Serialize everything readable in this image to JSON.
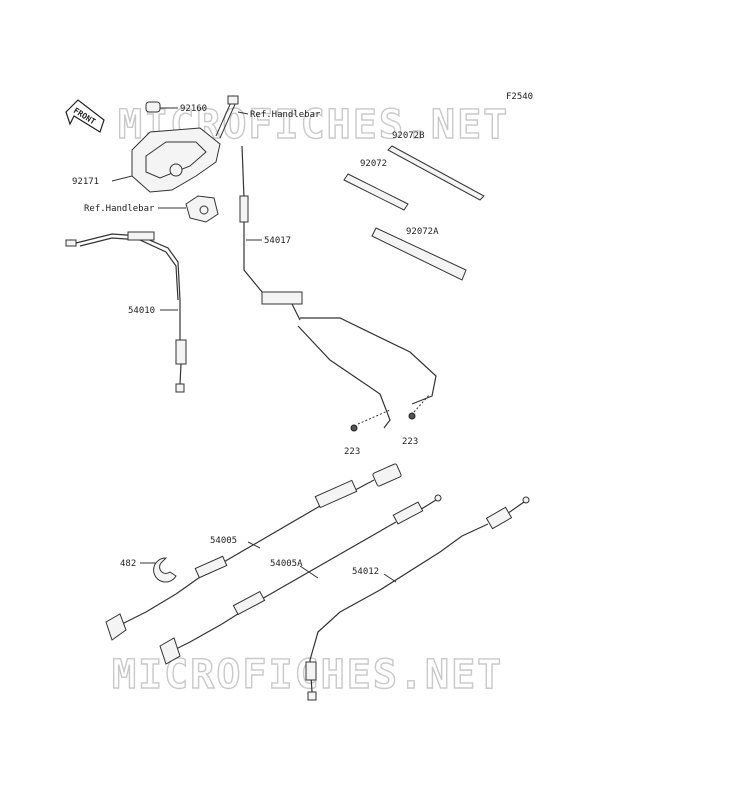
{
  "diagram_id": "F2540",
  "watermark": "MICROFICHES.NET",
  "front_arrow_label": "FRONT",
  "references": {
    "ref_top": "Ref.Handlebar",
    "ref_left": "Ref.Handlebar"
  },
  "part_labels": {
    "p92160": "92160",
    "p92171": "92171",
    "p54010": "54010",
    "p54017": "54017",
    "p92072B": "92072B",
    "p92072": "92072",
    "p92072A": "92072A",
    "p223a": "223",
    "p223b": "223",
    "p482": "482",
    "p54005": "54005",
    "p54005A": "54005A",
    "p54012": "54012"
  }
}
